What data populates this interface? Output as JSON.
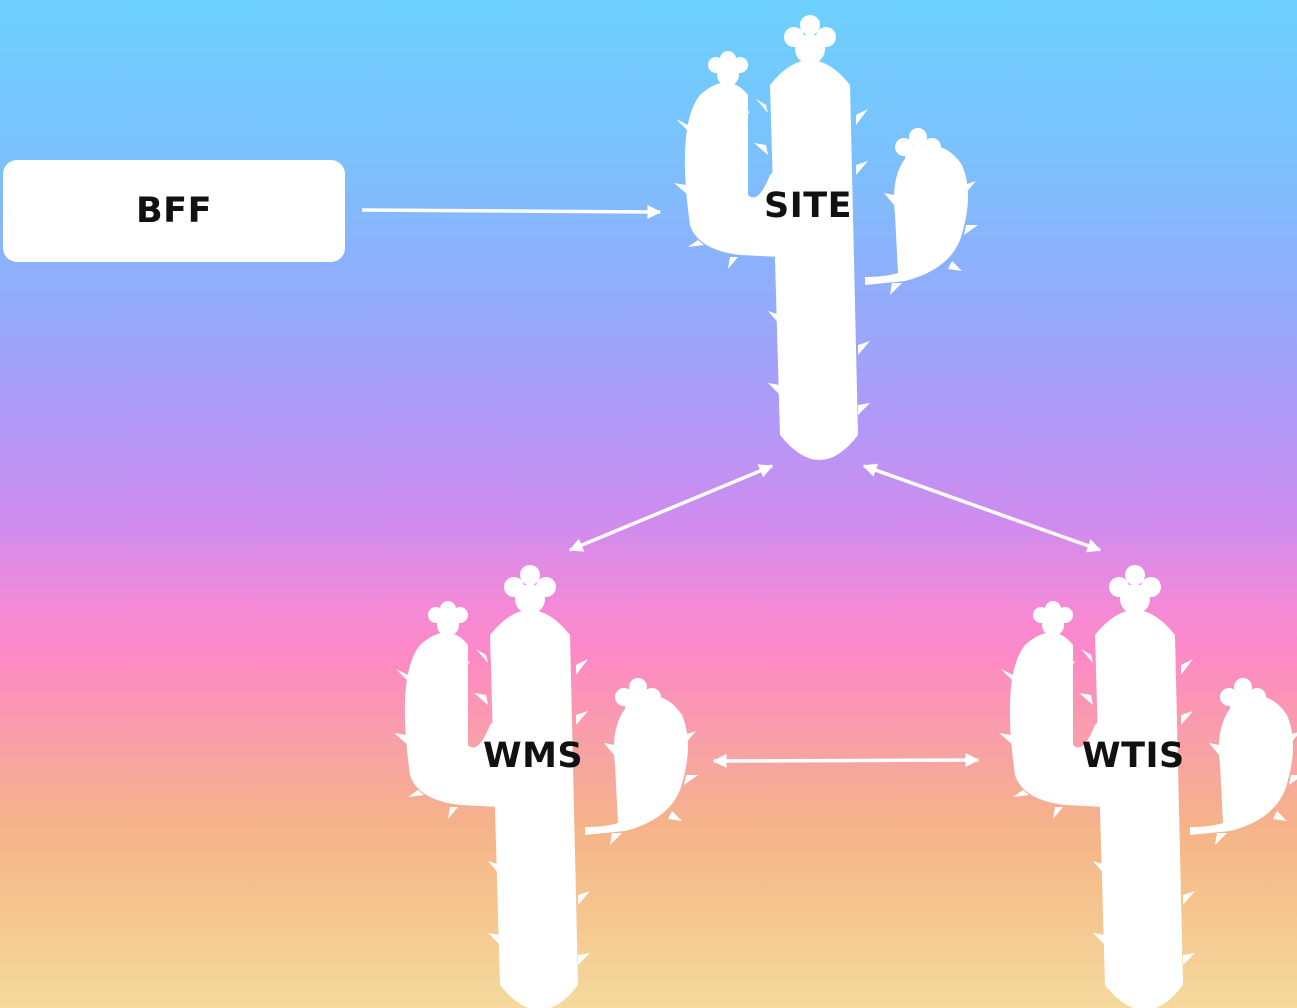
{
  "nodes": {
    "bff": {
      "label": "BFF"
    },
    "site": {
      "label": "SITE"
    },
    "wms": {
      "label": "WMS"
    },
    "wtis": {
      "label": "WTIS"
    }
  },
  "edges": [
    {
      "from": "BFF",
      "to": "SITE",
      "direction": "one-way"
    },
    {
      "from": "SITE",
      "to": "WMS",
      "direction": "two-way"
    },
    {
      "from": "SITE",
      "to": "WTIS",
      "direction": "two-way"
    },
    {
      "from": "WMS",
      "to": "WTIS",
      "direction": "two-way"
    }
  ],
  "colors": {
    "shape_fill": "#ffffff",
    "arrow": "#ffffff",
    "label_text": "#111111",
    "background_top": "#6dd1ff",
    "background_middle": "#fe89c6",
    "background_bottom": "#f5da9d"
  },
  "icons": {
    "site": "cactus-icon",
    "wms": "cactus-icon",
    "wtis": "cactus-icon"
  }
}
